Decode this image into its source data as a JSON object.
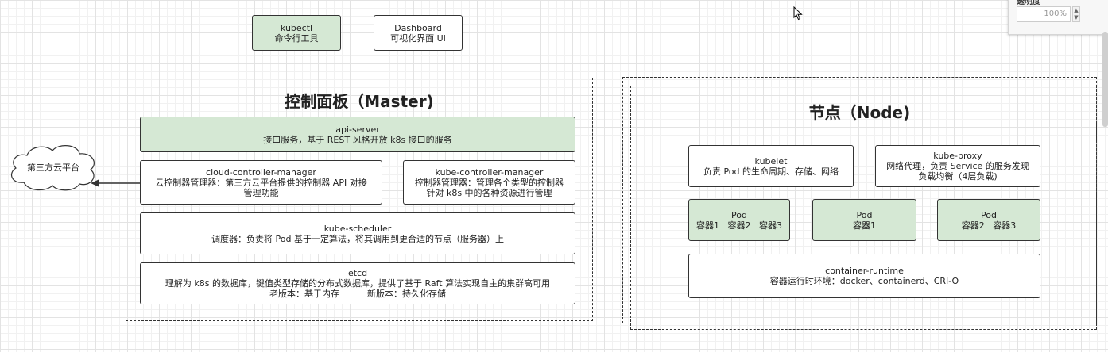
{
  "top_tools": [
    {
      "line1": "kubectl",
      "line2": "命令行工具"
    },
    {
      "line1": "Dashboard",
      "line2": "可视化界面 UI"
    }
  ],
  "master": {
    "title": "控制面板（Master)",
    "api_server": {
      "line1": "api-server",
      "line2": "接口服务，基于 REST 风格开放 k8s 接口的服务"
    },
    "ccm": {
      "line1": "cloud-controller-manager",
      "line2": "云控制器管理器：第三方云平台提供的控制器 API 对接",
      "line3": "管理功能"
    },
    "kcm": {
      "line1": "kube-controller-manager",
      "line2": "控制器管理器：管理各个类型的控制器",
      "line3": "针对 k8s 中的各种资源进行管理"
    },
    "scheduler": {
      "line1": "kube-scheduler",
      "line2": "调度器：负责将 Pod 基于一定算法，将其调用到更合适的节点（服务器）上"
    },
    "etcd": {
      "line1": "etcd",
      "line2": "理解为 k8s 的数据库，键值类型存储的分布式数据库，提供了基于 Raft 算法实现自主的集群高可用",
      "line3": "老版本：基于内存          新版本：持久化存储"
    }
  },
  "cloud": {
    "label": "第三方云平台"
  },
  "node": {
    "title": "节点（Node)",
    "kubelet": {
      "line1": "kubelet",
      "line2": "负责 Pod 的生命周期、存储、网络"
    },
    "kube_proxy": {
      "line1": "kube-proxy",
      "line2": "网络代理，负责 Service 的服务发现",
      "line3": "负载均衡（4层负载)"
    },
    "pods": [
      {
        "line1": "Pod",
        "line2": "容器1   容器2   容器3"
      },
      {
        "line1": "Pod",
        "line2": "容器1"
      },
      {
        "line1": "Pod",
        "line2": "容器2   容器3"
      }
    ],
    "runtime": {
      "line1": "container-runtime",
      "line2": "容器运行时环境：docker、containerd、CRI-O"
    }
  },
  "format_panel": {
    "label": "透明度",
    "value": "100%"
  },
  "colors": {
    "green_fill": "#d5e8d4",
    "border": "#333333"
  }
}
